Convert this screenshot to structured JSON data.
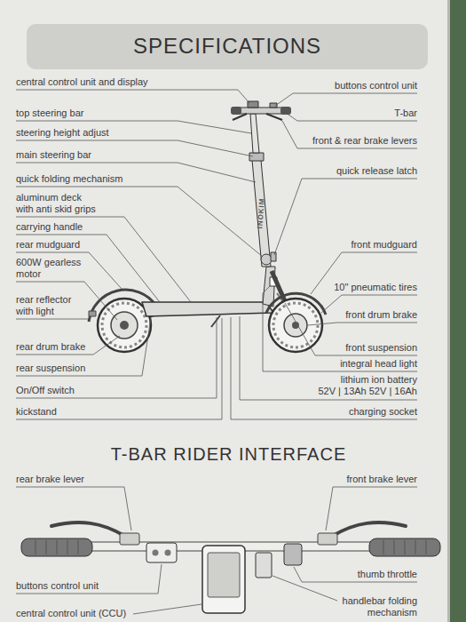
{
  "diagram": {
    "title": "SPECIFICATIONS",
    "labels": [
      "central control unit and display",
      "top steering bar",
      "steering height adjust",
      "main steering bar",
      "quick folding mechanism",
      "aluminum deck with anti skid grips",
      "carrying handle",
      "rear mudguard",
      "600W gearless motor",
      "rear reflector with light",
      "rear drum brake",
      "rear suspension",
      "On/Off switch",
      "kickstand",
      "buttons control unit",
      "T-bar",
      "front & rear brake levers",
      "quick release latch",
      "front mudguard",
      "10\" pneumatic tires",
      "front drum brake",
      "front suspension",
      "integral head light",
      "lithium ion battery",
      "52V | 13Ah 52V | 16Ah",
      "charging socket",
      "INOKIM",
      "T-BAR RIDER INTERFACE",
      "rear brake lever",
      "front brake lever",
      "buttons control unit",
      "thumb throttle",
      "central control unit (CCU)",
      "handlebar folding mechanism"
    ]
  }
}
